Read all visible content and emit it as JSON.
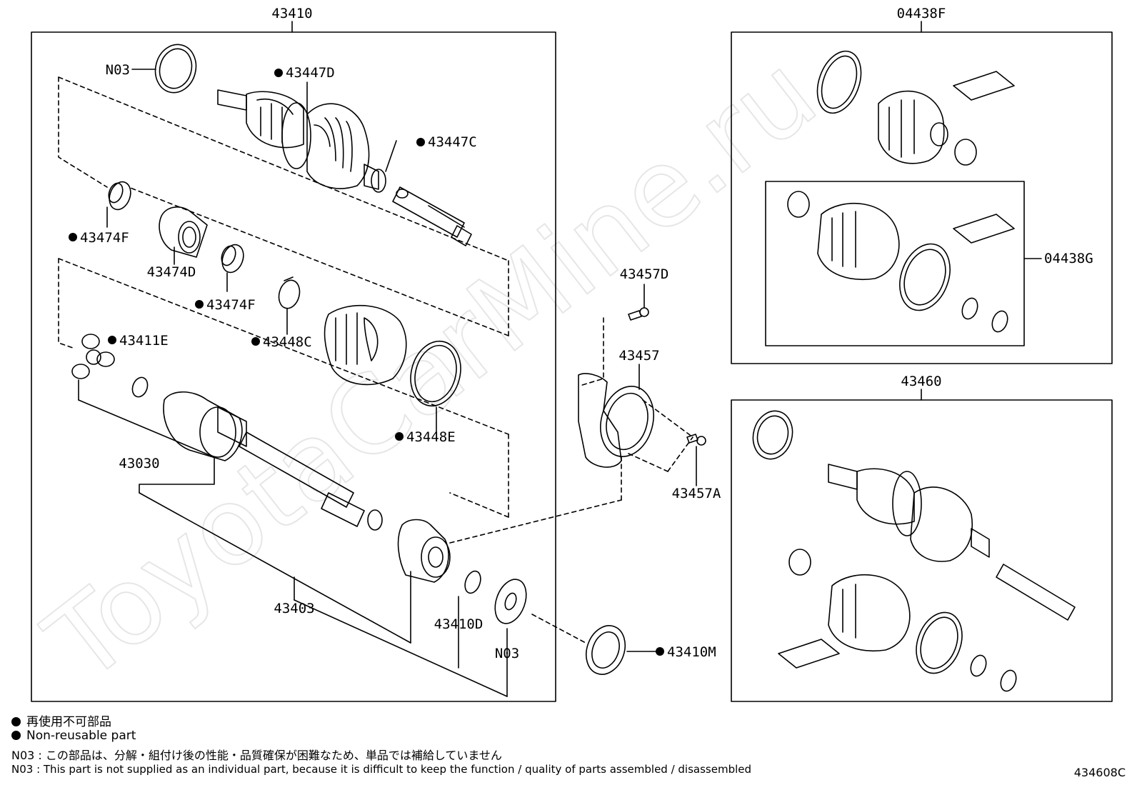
{
  "groups": {
    "left_assembly": "43410",
    "boot_kit_outer": "04438F",
    "boot_kit_inner": "04438G",
    "right_assembly": "43460"
  },
  "parts": {
    "n03_top": "N03",
    "p43447D": "43447D",
    "p43447C": "43447C",
    "p43474F_a": "43474F",
    "p43474D": "43474D",
    "p43474F_b": "43474F",
    "p43448C": "43448C",
    "p43411E": "43411E",
    "p43448E": "43448E",
    "p43030": "43030",
    "p43403": "43403",
    "p43410D": "43410D",
    "n03_bottom": "N03",
    "p43410M": "43410M",
    "p43457D": "43457D",
    "p43457": "43457",
    "p43457A": "43457A"
  },
  "watermark": "ToyotaCarMine.ru",
  "legend": {
    "non_reusable_ja": "再使用不可部品",
    "non_reusable_en": "Non-reusable part",
    "n03_ja": "N03 : この部品は、分解・組付け後の性能・品質確保が困難なため、単品では補給していません",
    "n03_en": "N03 : This part is not supplied as an individual part, because it is difficult to keep the function / quality of parts  assembled / disassembled"
  },
  "diagram_code": "434608C"
}
